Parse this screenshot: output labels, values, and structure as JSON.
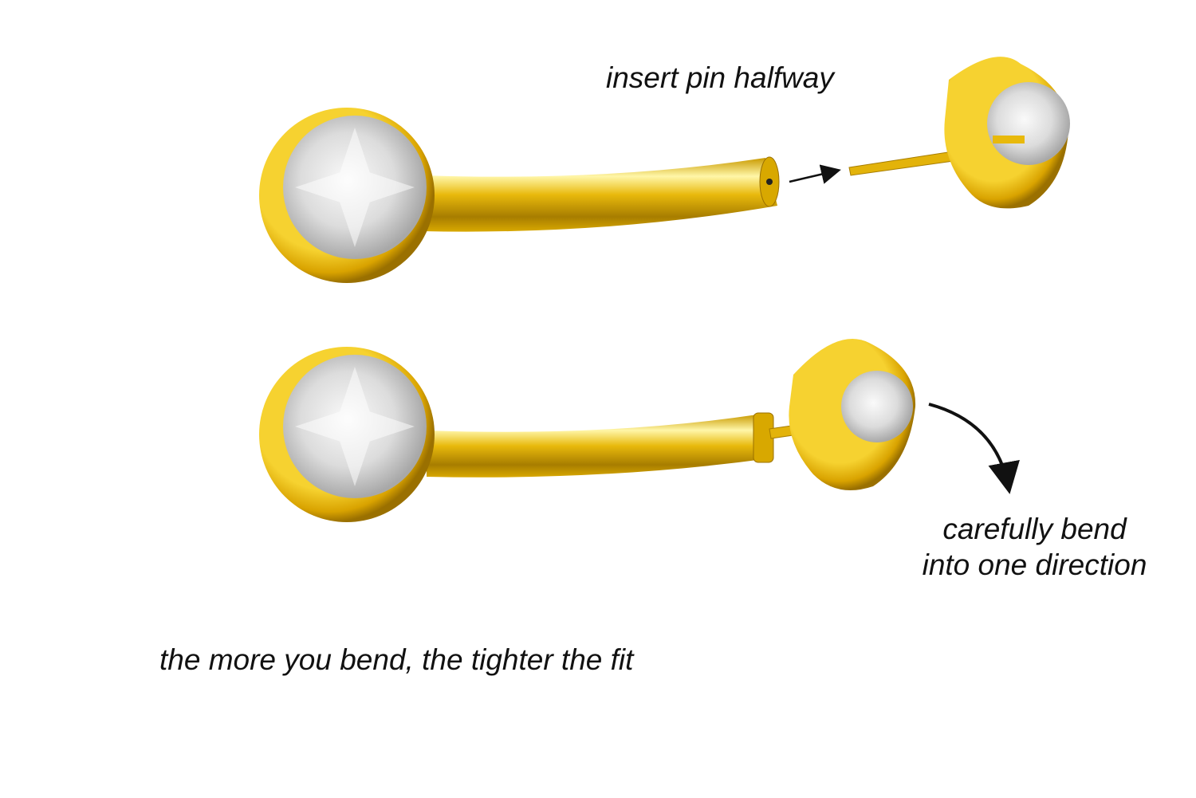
{
  "labels": {
    "insert_pin": "insert pin halfway",
    "bend_line1": "carefully bend",
    "bend_line2": "into one direction",
    "tighter_fit": "the more you bend, the tighter the fit"
  },
  "colors": {
    "gold": "#e8b90c",
    "gold_dark": "#b88a00",
    "gold_light": "#fff29a",
    "gem": "#e6e6e6"
  }
}
